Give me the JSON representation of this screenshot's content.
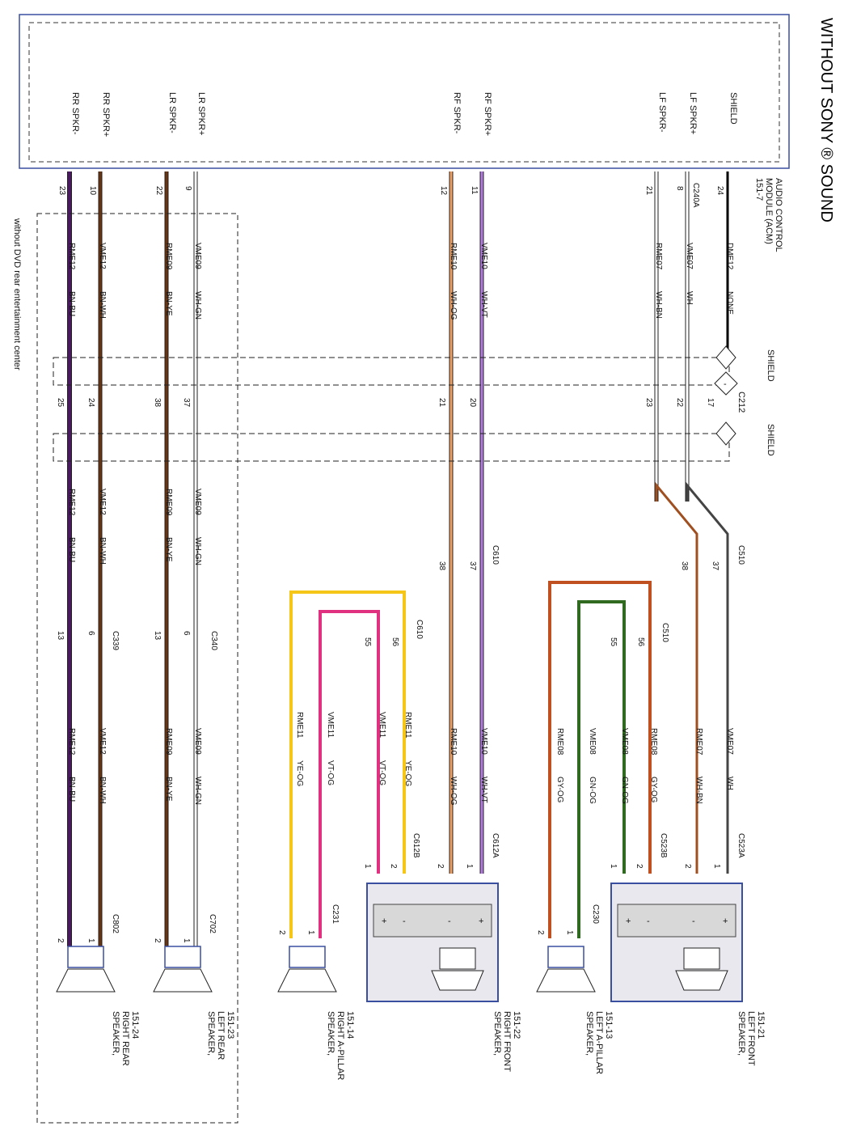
{
  "title": "WITHOUT SONY ® SOUND",
  "acm": {
    "name_line1": "AUDIO CONTROL",
    "name_line2": "MODULE (ACM)",
    "name_line3": "151-7",
    "connector": "C240A",
    "outputs": [
      {
        "label": "SHIELD",
        "pin": "24"
      },
      {
        "label": "LF SPKR+",
        "pin": "8"
      },
      {
        "label": "LF SPKR-",
        "pin": "21"
      },
      {
        "label": "RF SPKR+",
        "pin": "11"
      },
      {
        "label": "RF SPKR-",
        "pin": "12"
      },
      {
        "label": "LR SPKR+",
        "pin": "9"
      },
      {
        "label": "LR SPKR-",
        "pin": "22"
      },
      {
        "label": "RR SPKR+",
        "pin": "10"
      },
      {
        "label": "RR SPKR-",
        "pin": "23"
      }
    ]
  },
  "shield_labels": [
    "SHIELD",
    "SHIELD"
  ],
  "c212": {
    "name": "C212",
    "pins": [
      "17",
      "22",
      "23",
      "20",
      "21",
      "37",
      "38",
      "24",
      "25"
    ]
  },
  "c510": {
    "name": "C510",
    "pins": [
      "37",
      "38"
    ]
  },
  "c610": {
    "name": "C610",
    "pins": [
      "37",
      "38"
    ]
  },
  "c510b": {
    "name": "C510",
    "pins": [
      "56",
      "55"
    ]
  },
  "c610b": {
    "name": "C610",
    "pins": [
      "56",
      "55"
    ]
  },
  "c339": {
    "name": "C339",
    "pins": [
      "6",
      "13"
    ]
  },
  "c340": {
    "name": "C340",
    "pins": [
      "6",
      "13"
    ]
  },
  "circuits": [
    {
      "circuit": "DME12",
      "color": "NONE"
    },
    {
      "circuit": "VME07",
      "color": "WH"
    },
    {
      "circuit": "RME07",
      "color": "WH-BN"
    },
    {
      "circuit": "VME10",
      "color": "WH-VT"
    },
    {
      "circuit": "RME10",
      "color": "WH-OG"
    },
    {
      "circuit": "VME09",
      "color": "WH-GN"
    },
    {
      "circuit": "RME09",
      "color": "BN-YE"
    },
    {
      "circuit": "VME12",
      "color": "BN-WH"
    },
    {
      "circuit": "RME12",
      "color": "BN-BU"
    },
    {
      "circuit": "VME08",
      "color": "GN-OG"
    },
    {
      "circuit": "RME08",
      "color": "GY-OG"
    },
    {
      "circuit": "VME11",
      "color": "VT-OG"
    },
    {
      "circuit": "RME11",
      "color": "YE-OG"
    }
  ],
  "speaker_connectors": {
    "lf": "C523A",
    "lf_pins": [
      "1",
      "2"
    ],
    "lf_pillar": "C523B",
    "lf_pillar_pins": [
      "1",
      "2"
    ],
    "lf_apillar": "C230",
    "lf_apillar_pins": [
      "1",
      "2"
    ],
    "rf": "C612A",
    "rf_pins": [
      "1",
      "2"
    ],
    "rf_pillar": "C612B",
    "rf_pillar_pins": [
      "1",
      "2"
    ],
    "rf_apillar": "C231",
    "rf_apillar_pins": [
      "1",
      "2"
    ],
    "lr": "C702",
    "lr_pins": [
      "1",
      "2"
    ],
    "rr": "C802",
    "rr_pins": [
      "1",
      "2"
    ]
  },
  "amp_terminals": [
    "+",
    "-",
    "-",
    "+"
  ],
  "speakers": [
    {
      "line1": "SPEAKER,",
      "line2": "LEFT FRONT",
      "line3": "151-21"
    },
    {
      "line1": "SPEAKER,",
      "line2": "LEFT A-PILLAR",
      "line3": "151-13"
    },
    {
      "line1": "SPEAKER,",
      "line2": "RIGHT FRONT",
      "line3": "151-22"
    },
    {
      "line1": "SPEAKER,",
      "line2": "RIGHT A-PILLAR",
      "line3": "151-14"
    },
    {
      "line1": "SPEAKER,",
      "line2": "LEFT REAR",
      "line3": "151-23"
    },
    {
      "line1": "SPEAKER,",
      "line2": "RIGHT REAR",
      "line3": "151-24"
    }
  ],
  "rear_note": "without DVD rear entertainment center",
  "colors": {
    "module_border": "#3a4fa0",
    "amp_fill": "#d8d8d8",
    "wire_wh_vt": "#b27be0",
    "wire_wh_og": "#f0a060",
    "wire_bn": "#6b3410",
    "wire_bn_bu": "#4a1a60",
    "wire_gn_og": "#2f6a20",
    "wire_gy_og": "#c05020",
    "wire_vt_og": "#e03080",
    "wire_ye_og": "#f5c518"
  }
}
